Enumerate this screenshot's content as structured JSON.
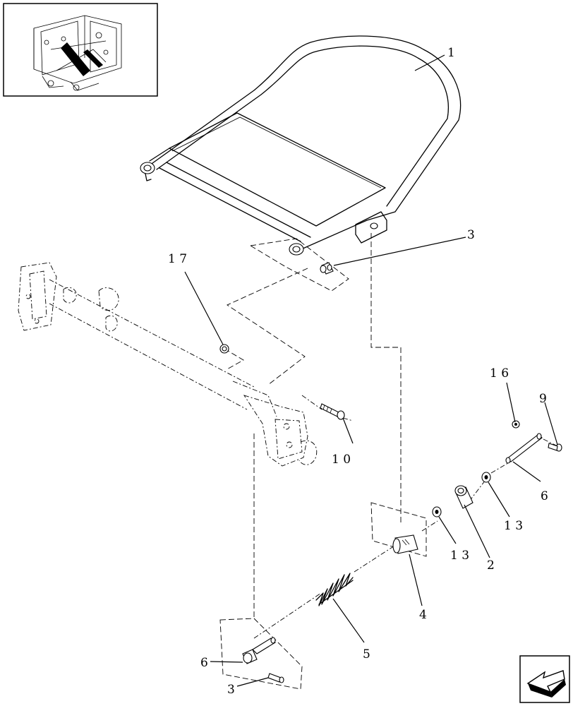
{
  "callouts": {
    "c1": "1",
    "c3_top": "3",
    "c17": "1 7",
    "c16": "1 6",
    "c9": "9",
    "c10": "1 0",
    "c6_right": "6",
    "c13_right": "1 3",
    "c13_mid": "1 3",
    "c2": "2",
    "c4": "4",
    "c5": "5",
    "c6_bottom": "6",
    "c3_bottom": "3"
  },
  "icons": {
    "thumbnail": "machine-overview-thumbnail",
    "nav": "next-page-arrow-icon"
  }
}
